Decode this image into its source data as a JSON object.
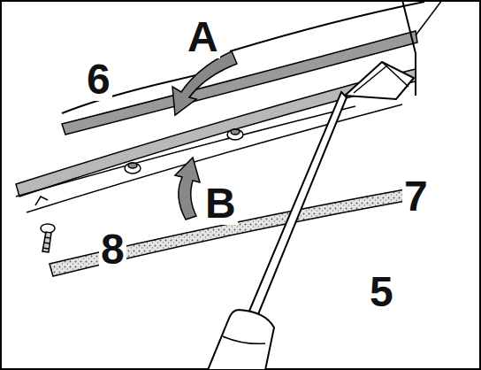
{
  "diagram": {
    "labels": [
      "A",
      "6",
      "B",
      "7",
      "5",
      "8"
    ]
  }
}
